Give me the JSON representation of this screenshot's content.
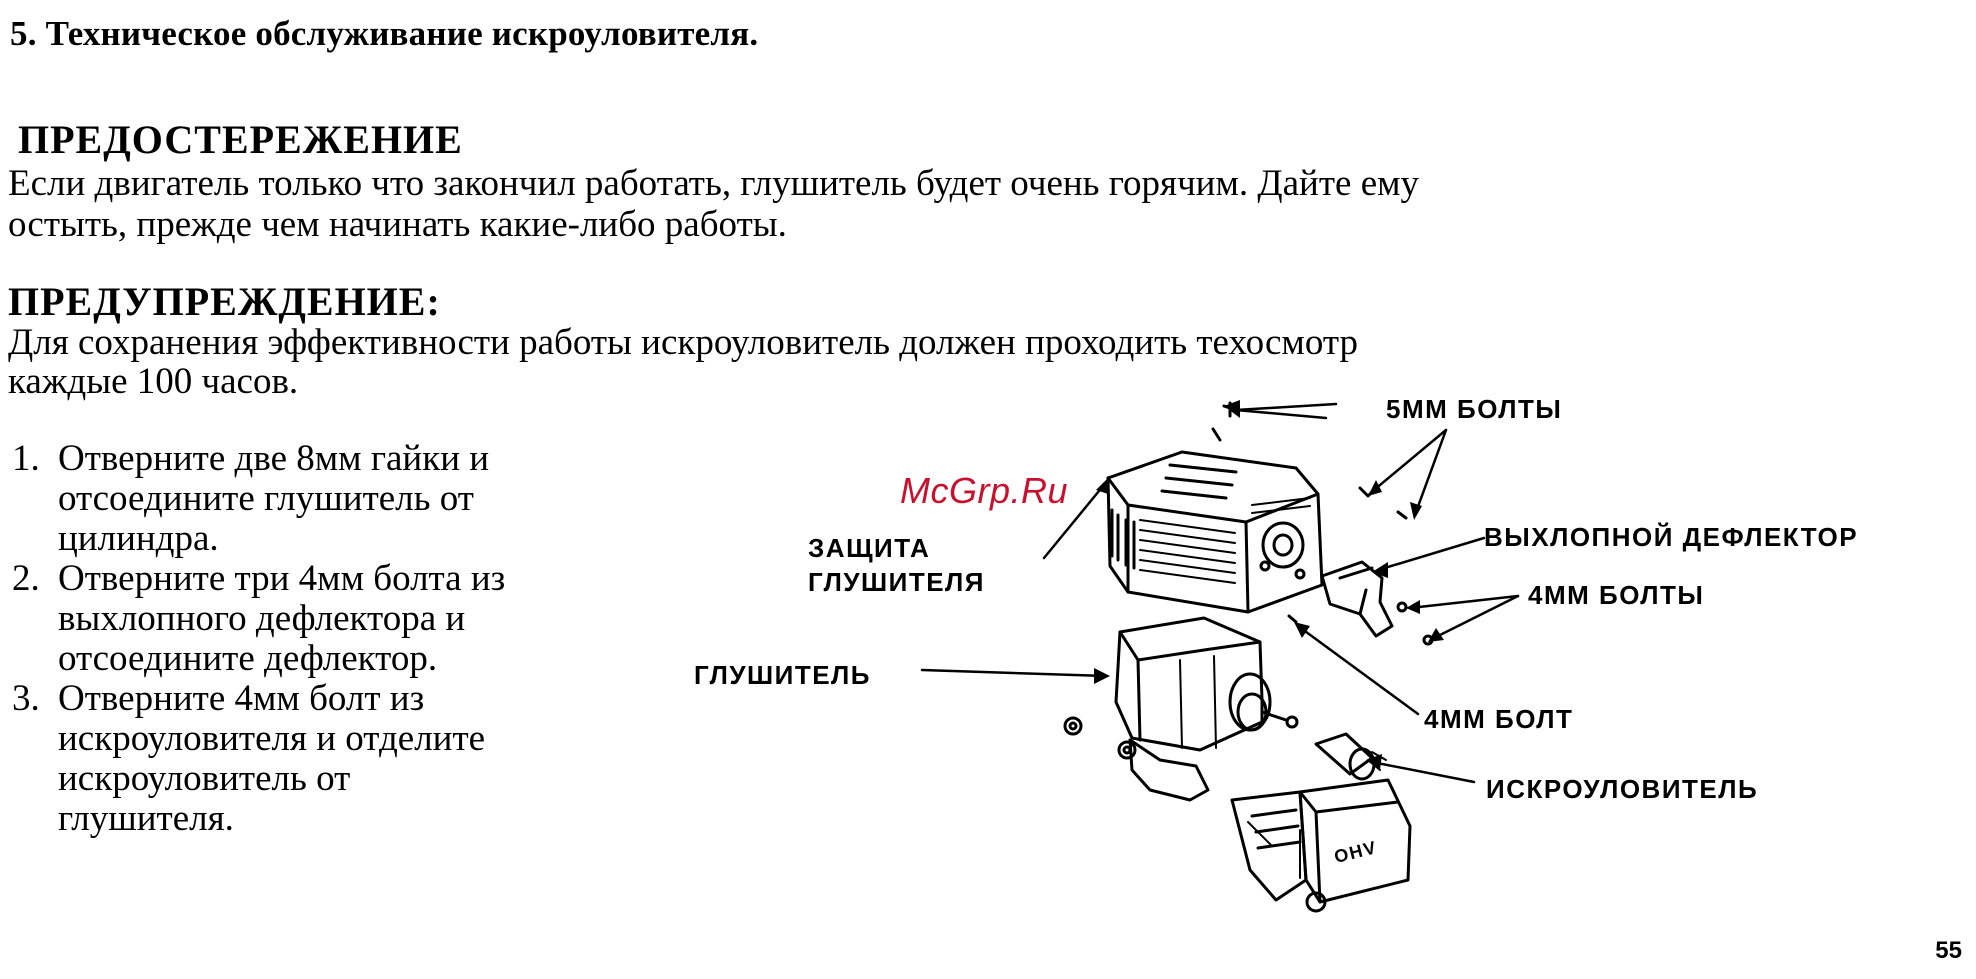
{
  "section_title": "5. Техническое обслуживание искроуловителя.",
  "caution": {
    "heading": "ПРЕДОСТЕРЕЖЕНИЕ",
    "lines": [
      "Если двигатель только что закончил работать, глушитель будет очень горячим. Дайте ему",
      "остыть, прежде чем начинать какие-либо работы."
    ]
  },
  "warning": {
    "heading": "ПРЕДУПРЕЖДЕНИЕ:",
    "lines": [
      "Для сохранения эффективности работы искроуловитель должен проходить техосмотр",
      "каждые 100 часов."
    ]
  },
  "steps": [
    {
      "num": "1.",
      "lines": [
        "Отверните две 8мм гайки и",
        "отсоедините глушитель от",
        "цилиндра."
      ]
    },
    {
      "num": "2.",
      "lines": [
        "Отверните три 4мм болта из",
        "выхлопного дефлектора и",
        "отсоедините дефлектор."
      ]
    },
    {
      "num": "3.",
      "lines": [
        "Отверните 4мм болт из",
        "искроуловителя и отделите",
        "искроуловитель от",
        "глушителя."
      ]
    }
  ],
  "diagram": {
    "labels": {
      "bolts_5mm": "5ММ БОЛТЫ",
      "muffler_guard_1": "ЗАЩИТА",
      "muffler_guard_2": "ГЛУШИТЕЛЯ",
      "exhaust_deflector": "ВЫХЛОПНОЙ ДЕФЛЕКТОР",
      "bolts_4mm": "4ММ БОЛТЫ",
      "muffler": "ГЛУШИТЕЛЬ",
      "bolt_4mm": "4ММ БОЛТ",
      "spark_arrester": "ИСКРОУЛОВИТЕЛЬ",
      "engine_mark": "OHV"
    }
  },
  "watermark": "McGrp.Ru",
  "page_number": "55"
}
